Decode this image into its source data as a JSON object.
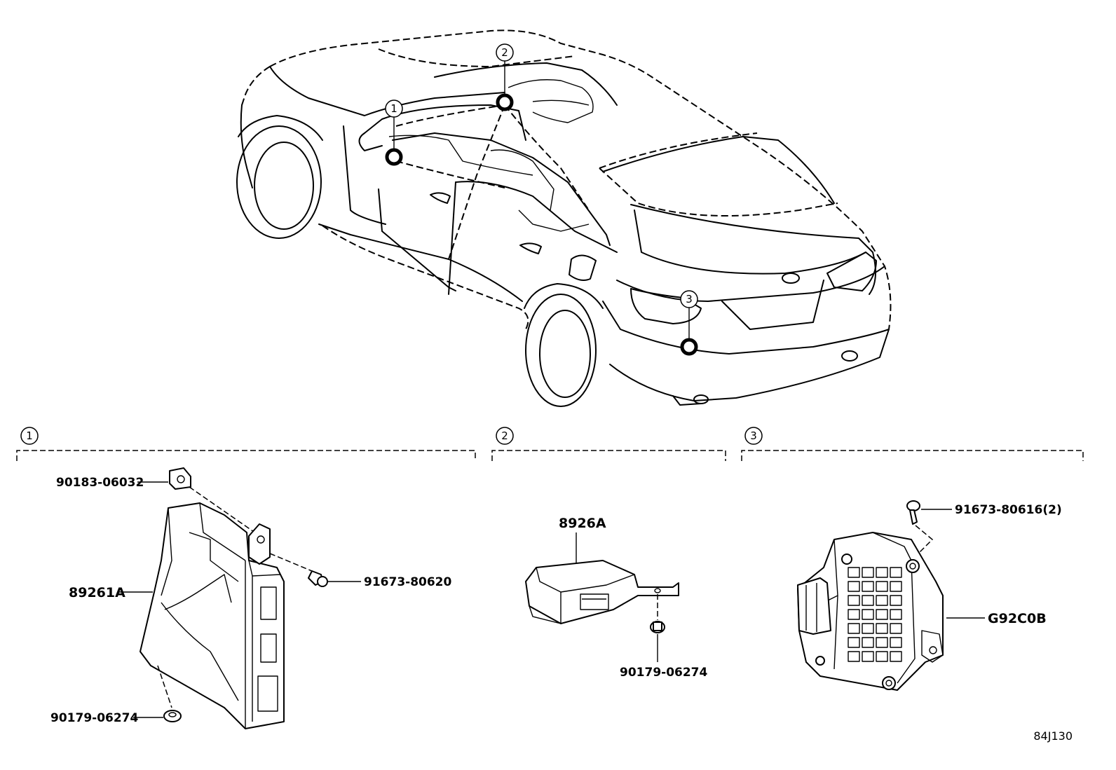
{
  "diagram_code": "84J130",
  "locations": [
    {
      "num": "1"
    },
    {
      "num": "2"
    },
    {
      "num": "3"
    }
  ],
  "sections": [
    {
      "num": "1",
      "parts": {
        "clip": "90183-06032",
        "ecu": "89261A",
        "bolt": "91673-80620",
        "nut": "90179-06274"
      }
    },
    {
      "num": "2",
      "parts": {
        "ecu": "8926A",
        "nut": "90179-06274"
      }
    },
    {
      "num": "3",
      "parts": {
        "bolt": "91673-80616(2)",
        "ecu": "G92C0B"
      }
    }
  ]
}
